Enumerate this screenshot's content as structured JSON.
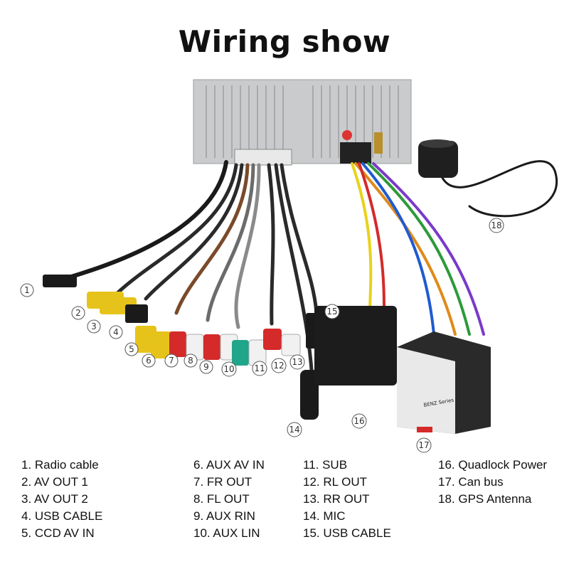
{
  "title": "Wiring show",
  "callouts": [
    "1",
    "2",
    "3",
    "4",
    "5",
    "6",
    "7",
    "8",
    "9",
    "10",
    "11",
    "12",
    "13",
    "14",
    "15",
    "16",
    "17",
    "18"
  ],
  "legend": {
    "col1": [
      "1. Radio cable",
      "2. AV OUT 1",
      "3. AV OUT 2",
      "4. USB CABLE",
      "5. CCD AV IN"
    ],
    "col2": [
      "6. AUX AV IN",
      "7. FR OUT",
      "8. FL OUT",
      "9. AUX RIN",
      "10. AUX LIN"
    ],
    "col3": [
      "11. SUB",
      "12. RL OUT",
      "13. RR OUT",
      "14. MIC",
      "15. USB CABLE"
    ],
    "col4": [
      "16. Quadlock Power",
      "17. Can bus",
      "18. GPS Antenna"
    ]
  },
  "canbus_label": "BENZ Series"
}
